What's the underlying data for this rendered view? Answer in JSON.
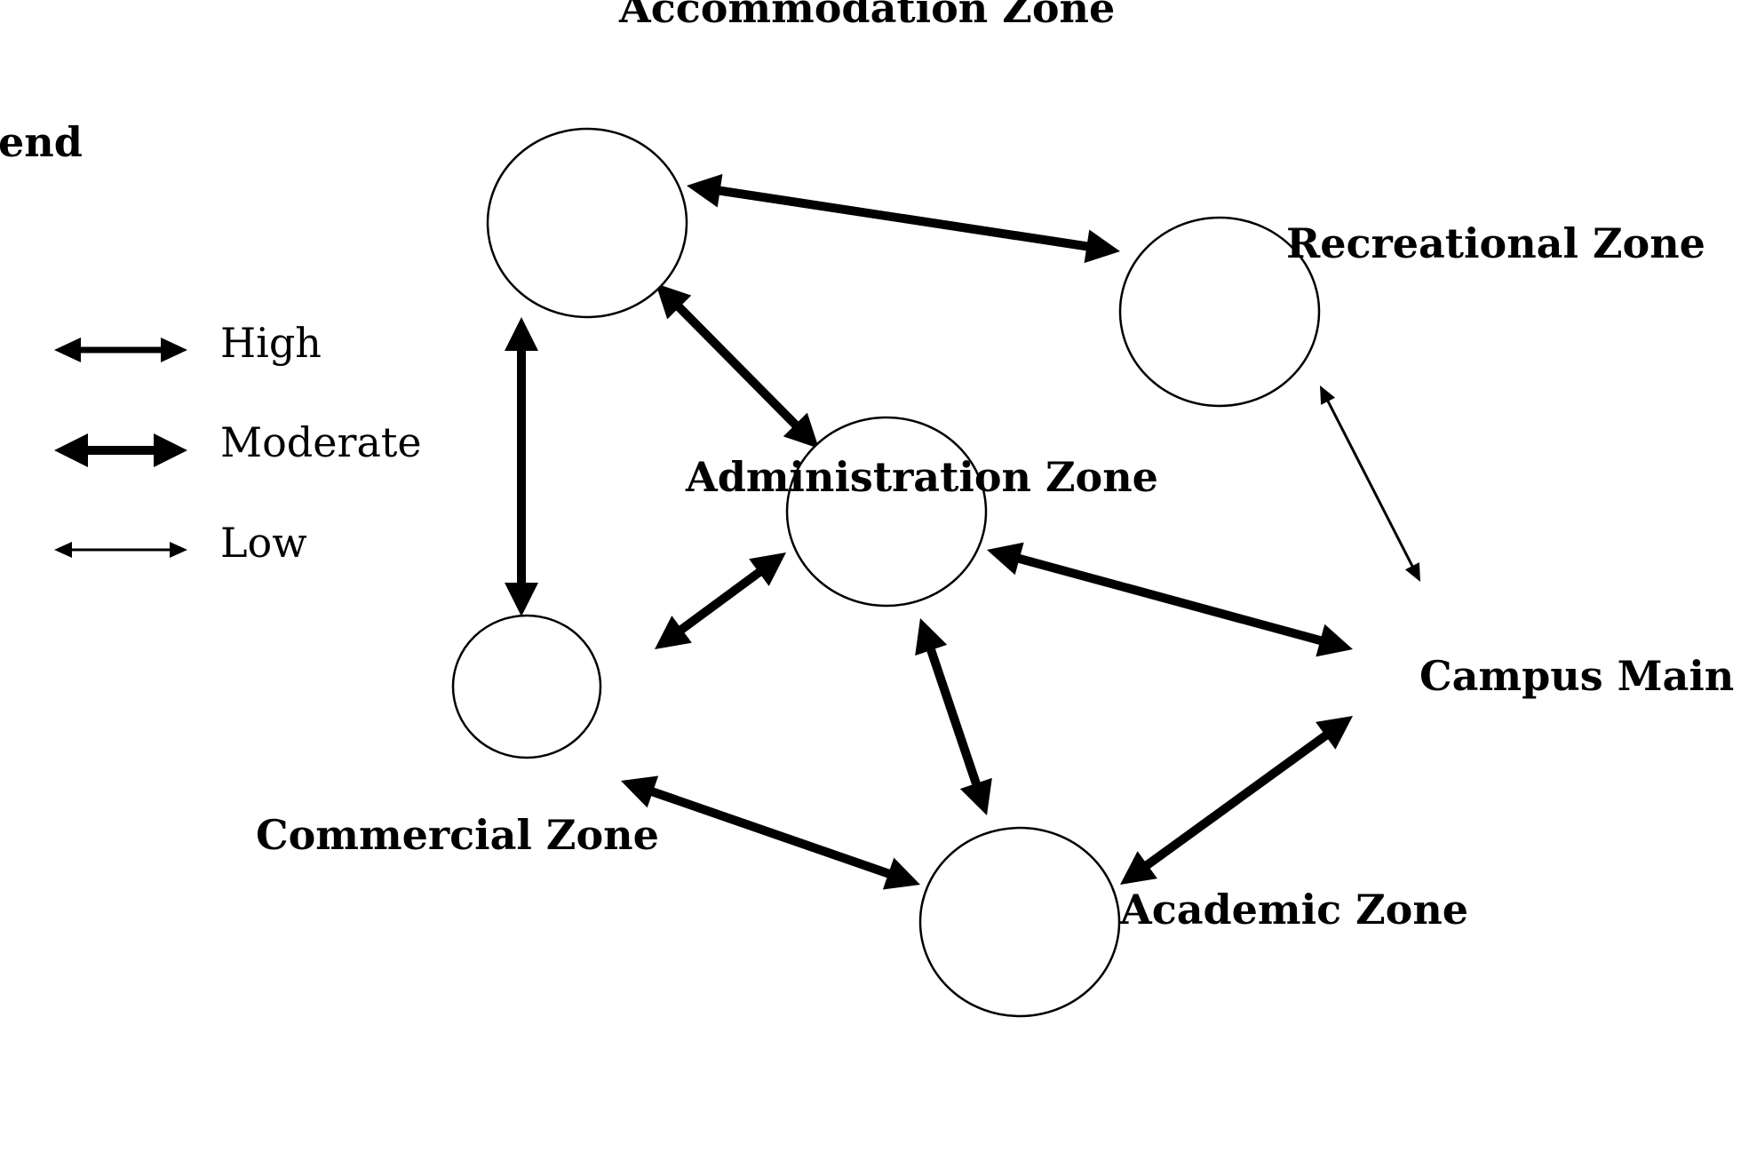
{
  "legend": {
    "title": "end",
    "items": [
      {
        "id": "high",
        "label": "High",
        "level": "high"
      },
      {
        "id": "moderate",
        "label": "Moderate",
        "level": "moderate"
      },
      {
        "id": "low",
        "label": "Low",
        "level": "low"
      }
    ]
  },
  "zones": [
    {
      "id": "accommodation",
      "label": "Accommodation Zone"
    },
    {
      "id": "recreational",
      "label": "Recreational Zone"
    },
    {
      "id": "administration",
      "label": "Administration Zone"
    },
    {
      "id": "commercial",
      "label": "Commercial Zone"
    },
    {
      "id": "academic",
      "label": "Academic Zone"
    },
    {
      "id": "campus-main-entrance",
      "label": "Campus Main En"
    }
  ],
  "connections": [
    {
      "from": "accommodation",
      "to": "recreational",
      "level": "moderate"
    },
    {
      "from": "accommodation",
      "to": "administration",
      "level": "moderate"
    },
    {
      "from": "accommodation",
      "to": "commercial",
      "level": "moderate"
    },
    {
      "from": "recreational",
      "to": "campus-main-entrance",
      "level": "low"
    },
    {
      "from": "administration",
      "to": "commercial",
      "level": "moderate"
    },
    {
      "from": "administration",
      "to": "campus-main-entrance",
      "level": "moderate"
    },
    {
      "from": "administration",
      "to": "academic",
      "level": "moderate"
    },
    {
      "from": "commercial",
      "to": "academic",
      "level": "moderate"
    },
    {
      "from": "academic",
      "to": "campus-main-entrance",
      "level": "moderate"
    }
  ],
  "colors": {
    "stroke": "#000000",
    "background": "#ffffff"
  }
}
